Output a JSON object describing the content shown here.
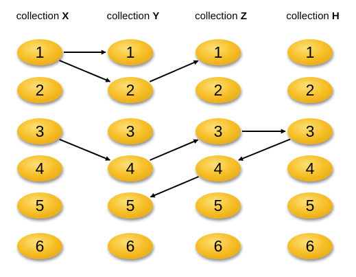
{
  "colors": {
    "node_fill": "#f7c12c",
    "node_highlight": "#fbd866",
    "node_shadow": "#c08a12",
    "edge": "#000000",
    "background": "#ffffff"
  },
  "collections": [
    {
      "id": "X",
      "prefix": "collection ",
      "name": "X",
      "nodes": [
        "1",
        "2",
        "3",
        "4",
        "5",
        "6"
      ]
    },
    {
      "id": "Y",
      "prefix": "collection ",
      "name": "Y",
      "nodes": [
        "1",
        "2",
        "3",
        "4",
        "5",
        "6"
      ]
    },
    {
      "id": "Z",
      "prefix": "collection ",
      "name": "Z",
      "nodes": [
        "1",
        "2",
        "3",
        "4",
        "5",
        "6"
      ]
    },
    {
      "id": "H",
      "prefix": "collection ",
      "name": "H",
      "nodes": [
        "1",
        "2",
        "3",
        "4",
        "5",
        "6"
      ]
    }
  ],
  "edges": [
    {
      "from": [
        "X",
        "1"
      ],
      "to": [
        "Y",
        "1"
      ]
    },
    {
      "from": [
        "X",
        "1"
      ],
      "to": [
        "Y",
        "2"
      ]
    },
    {
      "from": [
        "Y",
        "2"
      ],
      "to": [
        "Z",
        "1"
      ]
    },
    {
      "from": [
        "X",
        "3"
      ],
      "to": [
        "Y",
        "4"
      ]
    },
    {
      "from": [
        "Y",
        "4"
      ],
      "to": [
        "Z",
        "3"
      ]
    },
    {
      "from": [
        "Z",
        "3"
      ],
      "to": [
        "H",
        "3"
      ]
    },
    {
      "from": [
        "H",
        "3"
      ],
      "to": [
        "Z",
        "4"
      ]
    },
    {
      "from": [
        "Z",
        "4"
      ],
      "to": [
        "Y",
        "5"
      ]
    }
  ]
}
